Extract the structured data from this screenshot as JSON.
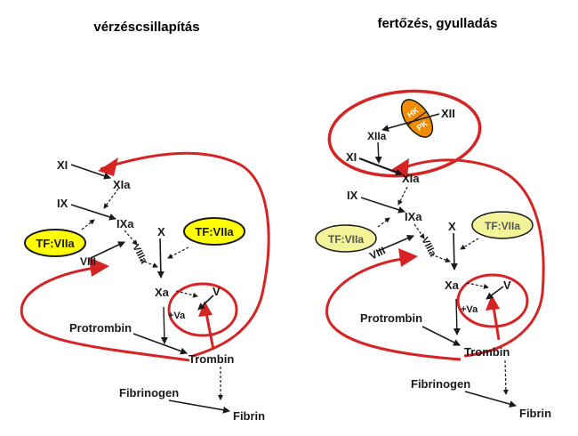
{
  "titles": {
    "left": "vérzéscsillapítás",
    "right": "fertőzés, gyulladás"
  },
  "factors": {
    "xi": "XI",
    "xia": "XIa",
    "ix": "IX",
    "ixa": "IXa",
    "x": "X",
    "xa": "Xa",
    "v": "V",
    "va": "+Va",
    "viii": "VIII",
    "viiia": "VIIIa",
    "tf_viia": "TF:VIIa",
    "protrombin": "Protrombin",
    "trombin": "Trombin",
    "fibrinogen": "Fibrinogen",
    "fibrin": "Fibrin",
    "xii": "XII",
    "xiia": "XIIa",
    "hk": "HK",
    "pk": "PK"
  },
  "colors": {
    "feedback_red": "#d62424",
    "tf_bright": "#ffff00",
    "tf_pale": "#f3f39a",
    "hkpk_orange": "#f08c00",
    "text_dark": "#1a1a1a"
  }
}
